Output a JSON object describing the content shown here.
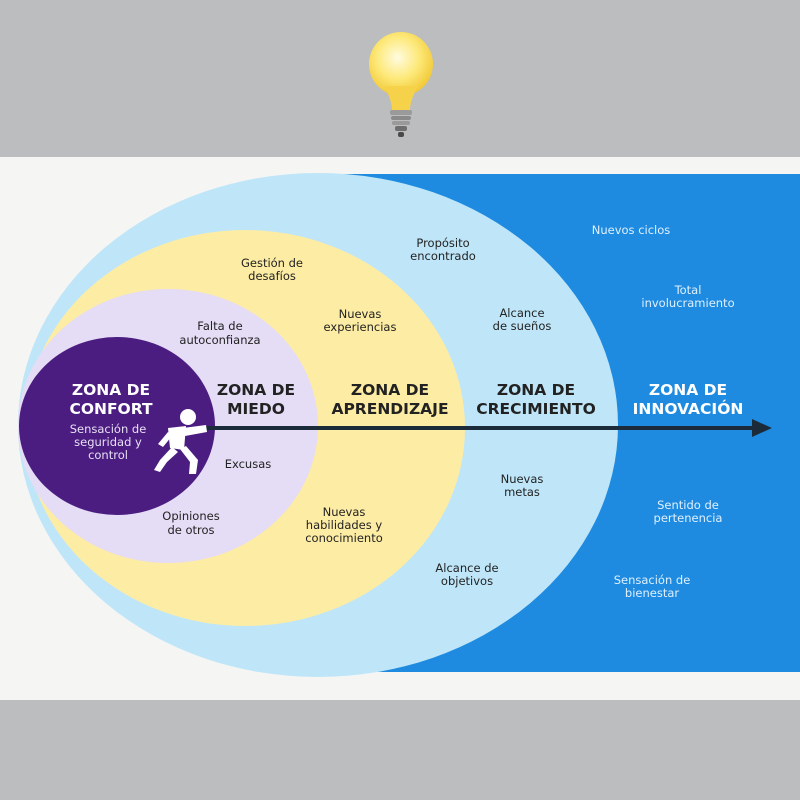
{
  "zones": {
    "confort": {
      "title_1": "ZONA DE",
      "title_2": "CONFORT",
      "desc_1": "Sensación de",
      "desc_2": "seguridad y",
      "desc_3": "control"
    },
    "miedo": {
      "title_1": "ZONA DE",
      "title_2": "MIEDO"
    },
    "aprendizaje": {
      "title_1": "ZONA DE",
      "title_2": "APRENDIZAJE"
    },
    "crecimiento": {
      "title_1": "ZONA DE",
      "title_2": "CRECIMIENTO"
    },
    "innovacion": {
      "title_1": "ZONA DE",
      "title_2": "INNOVACIÓN"
    }
  },
  "items": {
    "miedo": {
      "falta_1": "Falta de",
      "falta_2": "autoconfianza",
      "excusas": "Excusas",
      "opiniones_1": "Opiniones",
      "opiniones_2": "de otros"
    },
    "aprendizaje": {
      "gestion_1": "Gestión de",
      "gestion_2": "desafíos",
      "nuevas_exp_1": "Nuevas",
      "nuevas_exp_2": "experiencias",
      "nuevas_hab_1": "Nuevas",
      "nuevas_hab_2": "habilidades y",
      "nuevas_hab_3": "conocimiento"
    },
    "crecimiento": {
      "proposito_1": "Propósito",
      "proposito_2": "encontrado",
      "alcance_suenos_1": "Alcance",
      "alcance_suenos_2": "de sueños",
      "nuevas_metas_1": "Nuevas",
      "nuevas_metas_2": "metas",
      "alcance_obj_1": "Alcance de",
      "alcance_obj_2": "objetivos"
    },
    "innovacion": {
      "ciclos": "Nuevos ciclos",
      "total_1": "Total",
      "total_2": "involucramiento",
      "sentido_1": "Sentido de",
      "sentido_2": "pertenencia",
      "bienestar_1": "Sensación de",
      "bienestar_2": "bienestar"
    }
  },
  "colors": {
    "background": "#bcbdbf",
    "paper": "#f5f5f3",
    "innovacion": "#1f8be0",
    "crecimiento": "#bfe6f8",
    "aprendizaje": "#fdeca4",
    "miedo": "#e5dcf5",
    "confort": "#4b1d80",
    "arrow": "#1c2b3a",
    "text_dark": "#222222",
    "text_light": "#ffffff",
    "bulb": "#fbe36a"
  },
  "icons": [
    "lightbulb-icon",
    "running-person-icon"
  ]
}
